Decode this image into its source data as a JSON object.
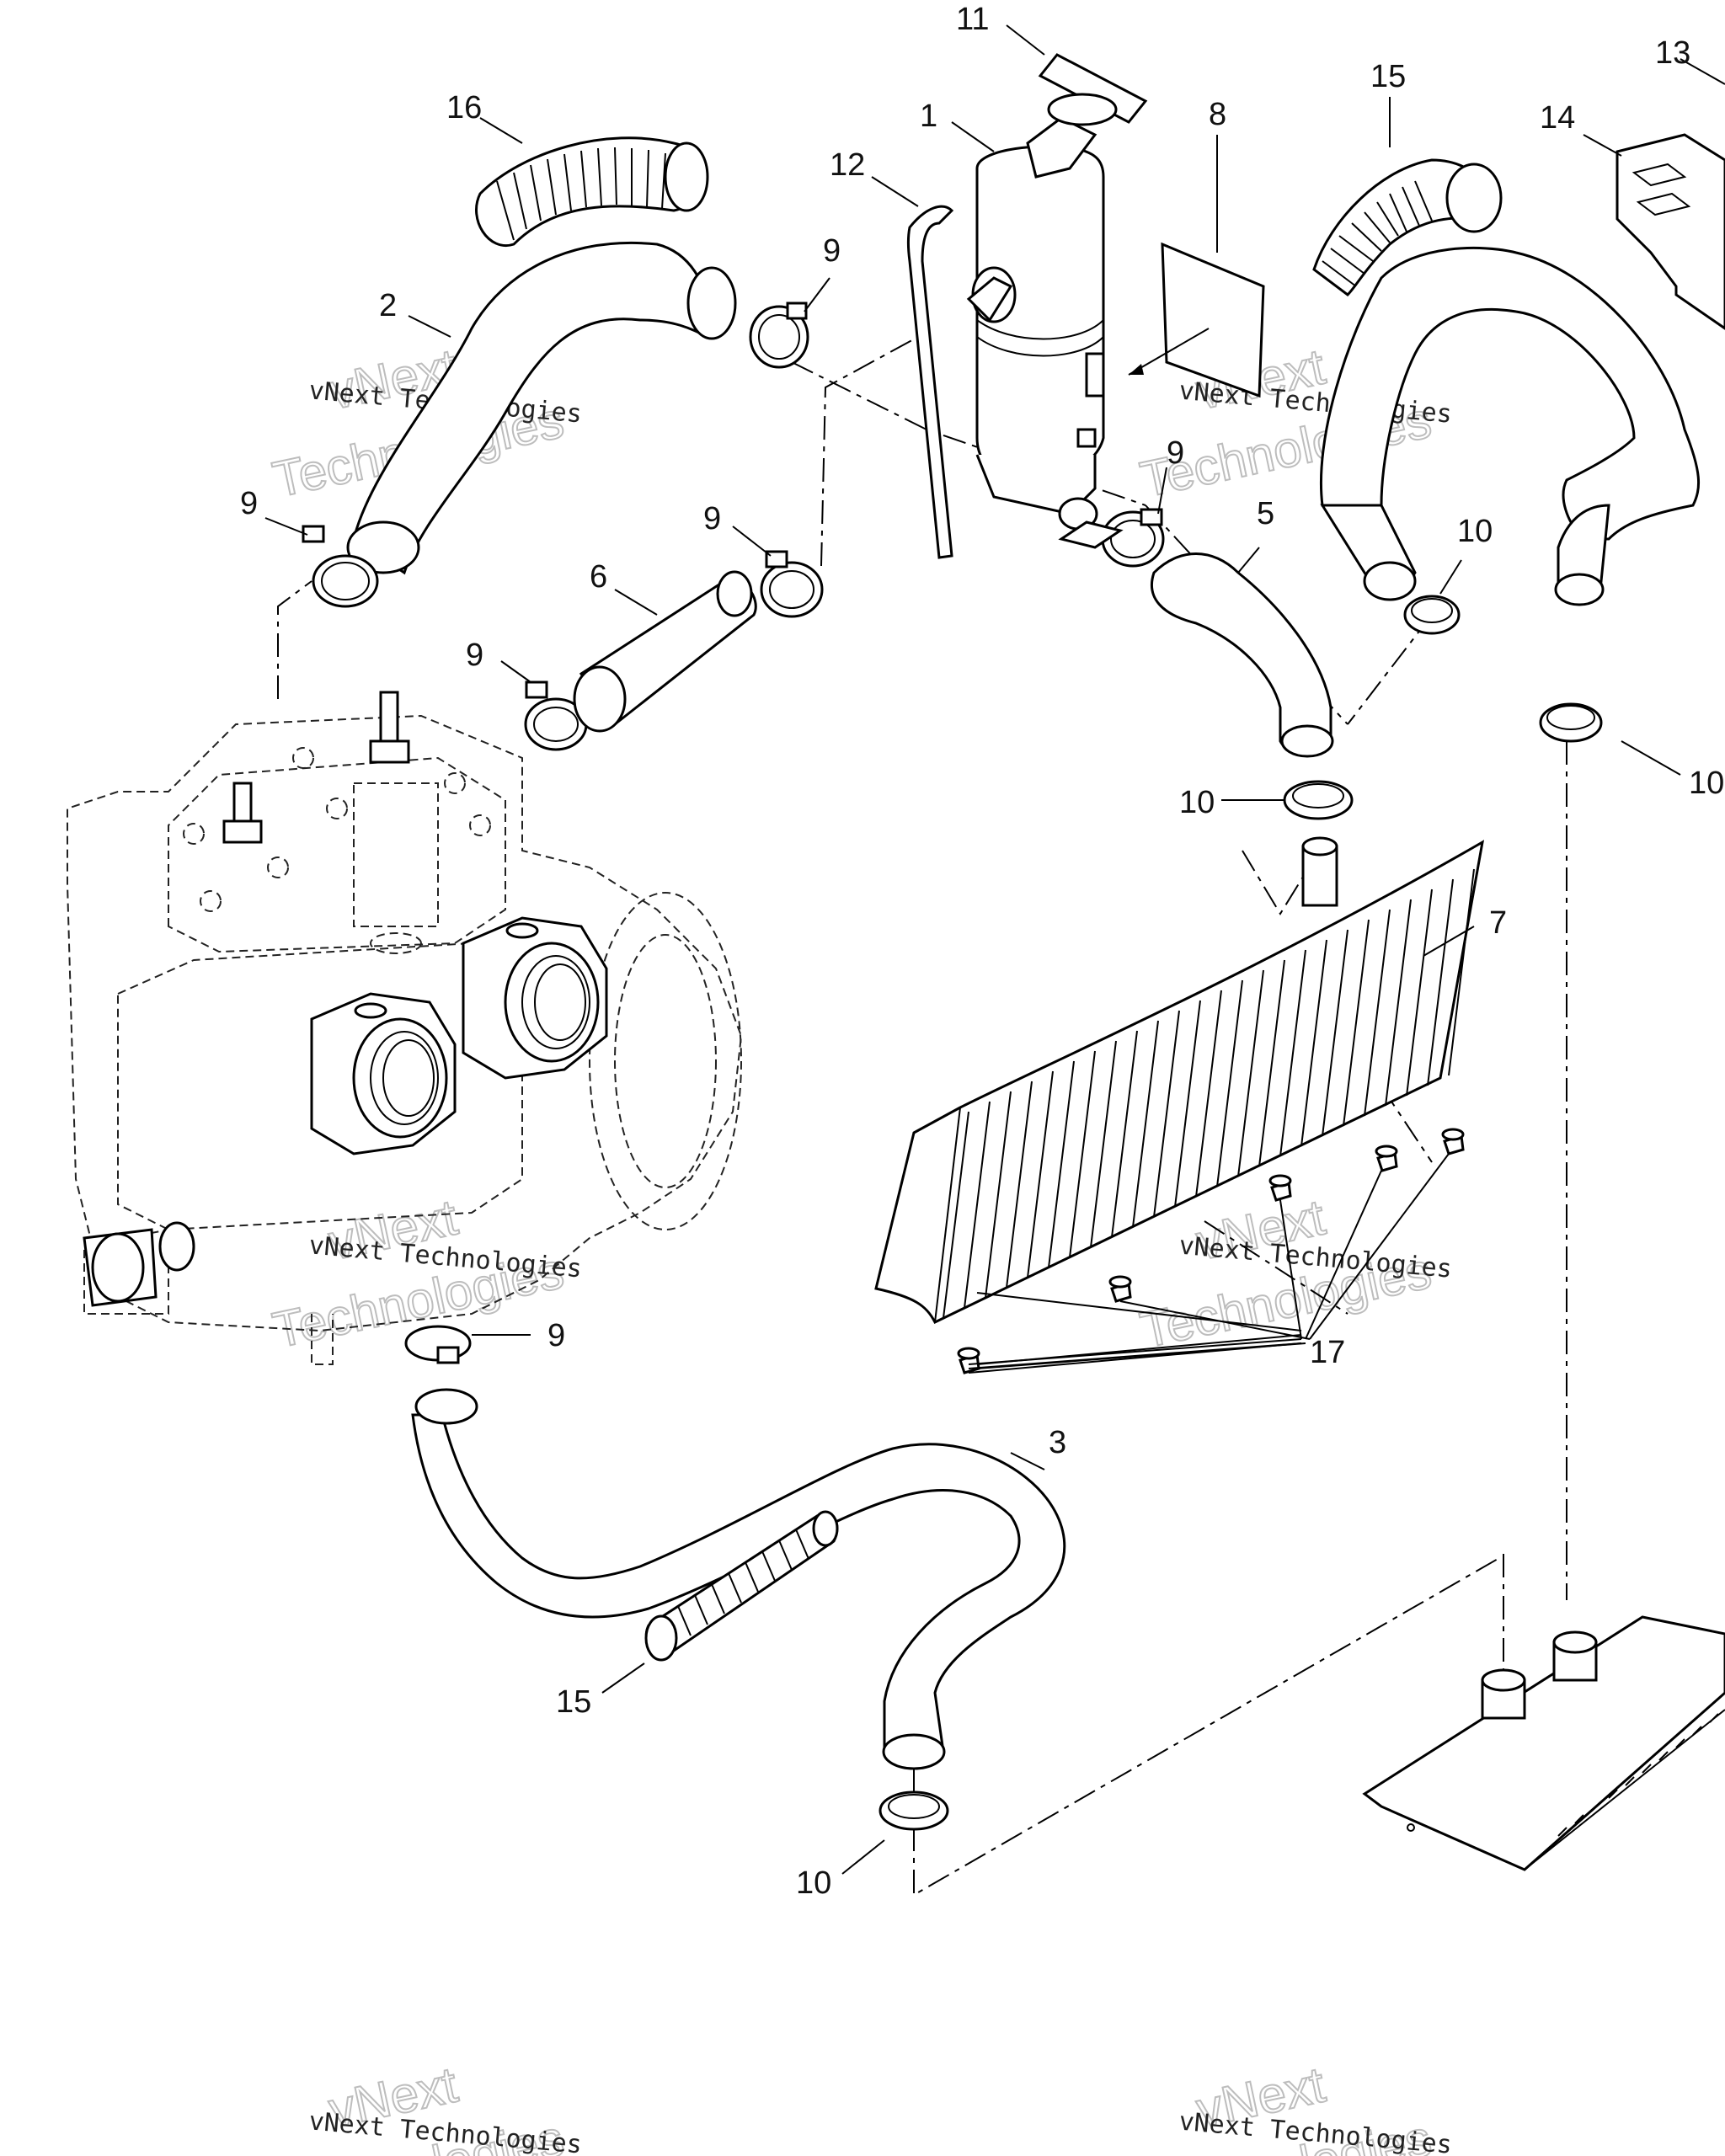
{
  "diagram": {
    "callouts": [
      {
        "id": "c11",
        "label": "11"
      },
      {
        "id": "c13",
        "label": "13"
      },
      {
        "id": "c16",
        "label": "16"
      },
      {
        "id": "c1",
        "label": "1"
      },
      {
        "id": "c8",
        "label": "8"
      },
      {
        "id": "c15a",
        "label": "15"
      },
      {
        "id": "c14",
        "label": "14"
      },
      {
        "id": "c12",
        "label": "12"
      },
      {
        "id": "c9a",
        "label": "9"
      },
      {
        "id": "c2",
        "label": "2"
      },
      {
        "id": "c9b",
        "label": "9"
      },
      {
        "id": "c5",
        "label": "5"
      },
      {
        "id": "c9c",
        "label": "9"
      },
      {
        "id": "c9d",
        "label": "9"
      },
      {
        "id": "c10a",
        "label": "10"
      },
      {
        "id": "c6",
        "label": "6"
      },
      {
        "id": "c9e",
        "label": "9"
      },
      {
        "id": "c10b",
        "label": "10"
      },
      {
        "id": "c10c",
        "label": "10"
      },
      {
        "id": "c7",
        "label": "7"
      },
      {
        "id": "c9f",
        "label": "9"
      },
      {
        "id": "c17",
        "label": "17"
      },
      {
        "id": "c3",
        "label": "3"
      },
      {
        "id": "c15b",
        "label": "15"
      },
      {
        "id": "c10d",
        "label": "10"
      }
    ],
    "watermark": {
      "line1": "vNext Technologies",
      "outline_top": "vNext",
      "outline_bottom": "Technologies"
    }
  }
}
